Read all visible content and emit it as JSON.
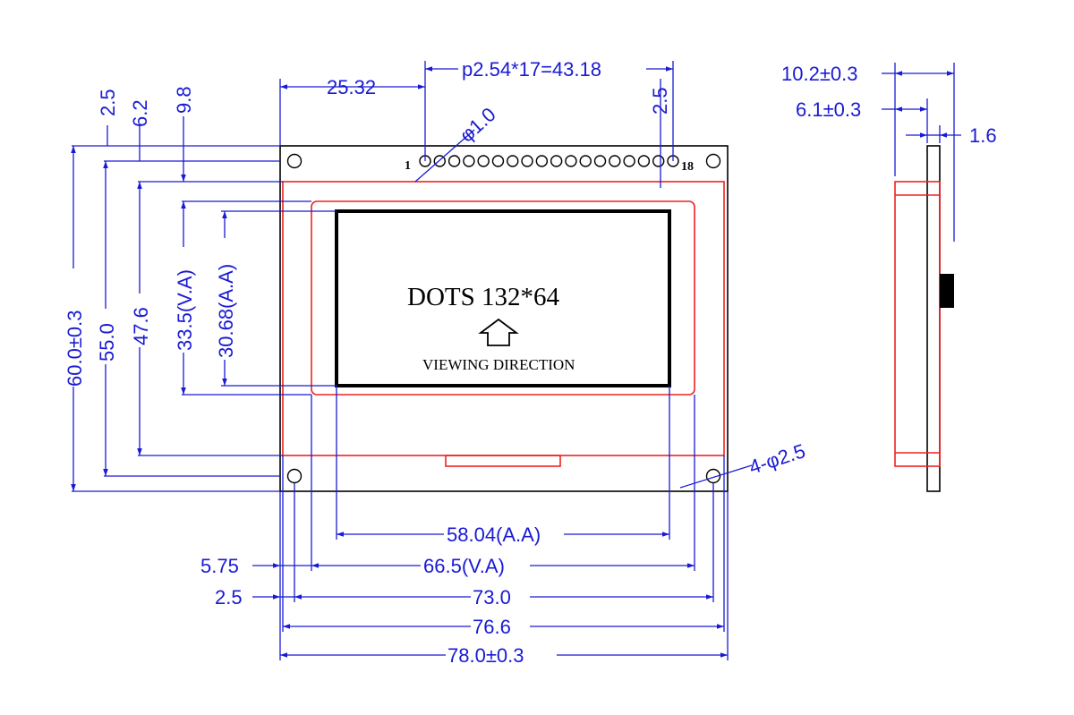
{
  "front_view": {
    "pin_first": "1",
    "pin_last": "18",
    "screen_text": "DOTS 132*64",
    "viewing_direction": "VIEWING DIRECTION"
  },
  "dimensions": {
    "pin_pitch": "p2.54*17=43.18",
    "pin_offset": "25.32",
    "pin_edge": "2.5",
    "pin_hole": "φ1.0",
    "top_hole": "2.5",
    "top_bezel": "6.2",
    "top_va": "9.8",
    "height_total": "60.0±0.3",
    "height_holes": "55.0",
    "height_bezel": "47.6",
    "height_va": "33.5(V.A)",
    "height_aa": "30.68(A.A)",
    "mount_holes": "4-φ2.5",
    "width_aa": "58.04(A.A)",
    "left_va": "5.75",
    "width_va": "66.5(V.A)",
    "left_hole": "2.5",
    "width_holes": "73.0",
    "width_bezel": "76.6",
    "width_total": "78.0±0.3"
  },
  "side_view": {
    "thickness_total": "10.2±0.3",
    "thickness_module": "6.1±0.3",
    "pcb_thickness": "1.6"
  },
  "colors": {
    "dimension": "#1a1ad4",
    "outline_red": "#ee2222",
    "outline_black": "#000000"
  }
}
